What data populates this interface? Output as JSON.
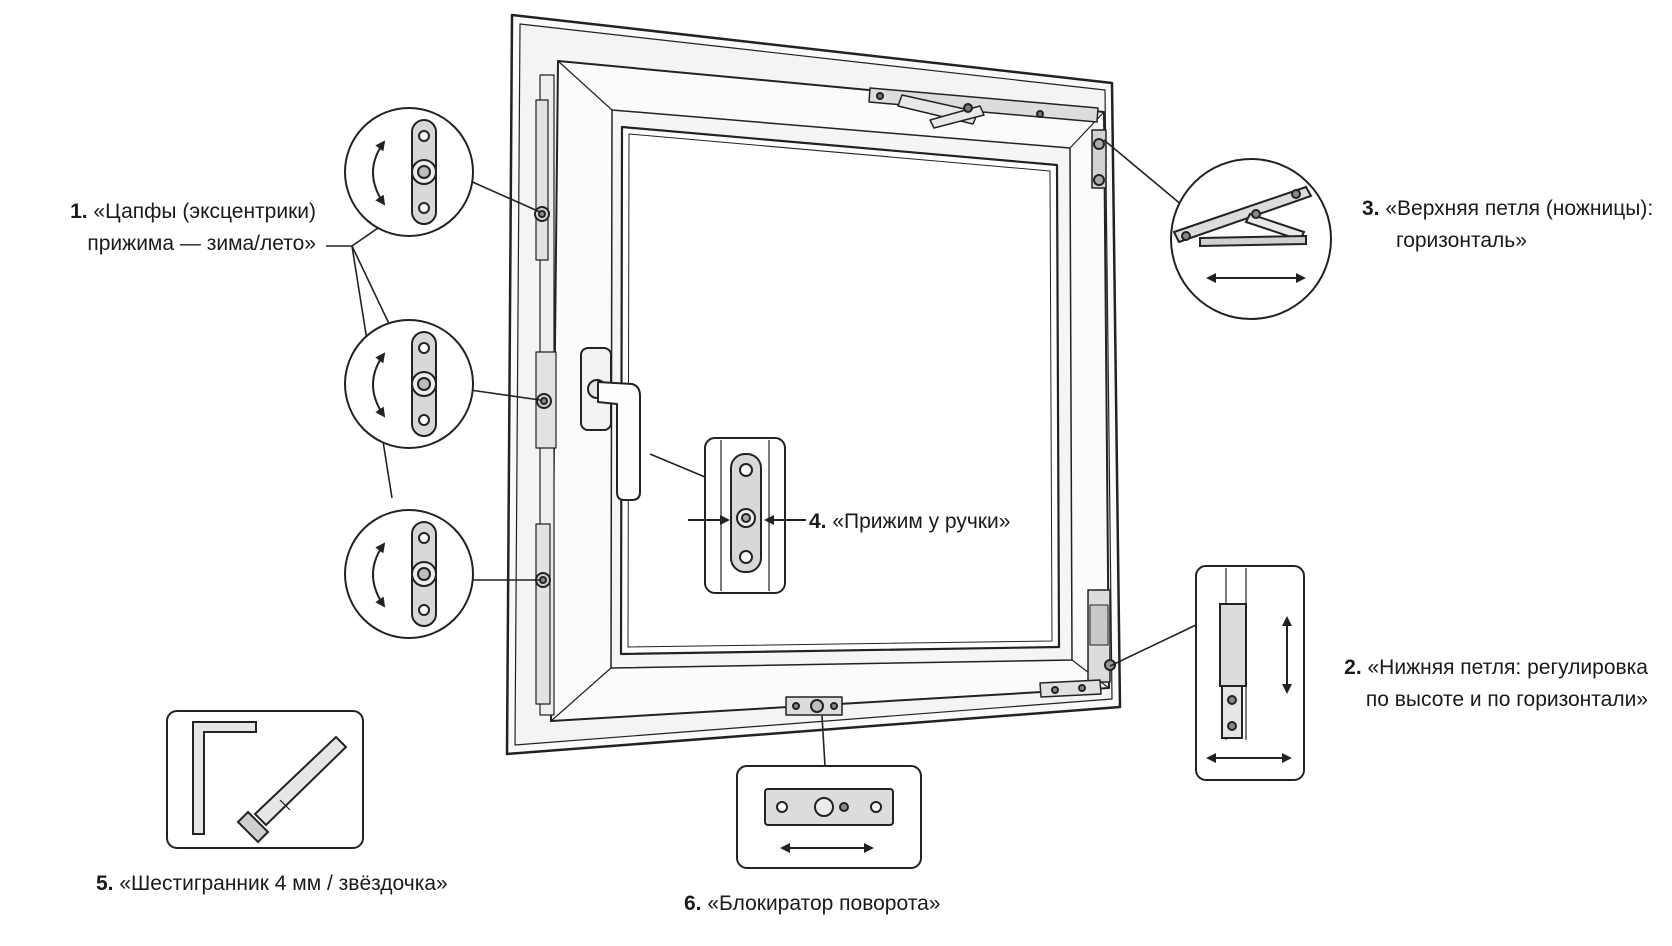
{
  "callouts": [
    {
      "id": "trunnions",
      "number": "1.",
      "line1": "«Цапфы (эксцентрики)",
      "line2": "прижима — зима/лето»"
    },
    {
      "id": "bottom_hinge",
      "number": "2.",
      "line1": "«Нижняя петля: регулировка",
      "line2": "по высоте и по горизонтали»"
    },
    {
      "id": "top_hinge",
      "number": "3.",
      "line1": "«Верхняя петля (ножницы):",
      "line2": "горизонталь»"
    },
    {
      "id": "handle_keeper",
      "number": "4.",
      "line1": "«Прижим у ручки»"
    },
    {
      "id": "tools",
      "number": "5.",
      "line1": "«Шестигранник 4 мм / звёздочка»"
    },
    {
      "id": "turn_blocker",
      "number": "6.",
      "line1": "«Блокиратор поворота»"
    }
  ],
  "colors": {
    "stroke": "#222222",
    "frame_fill": "#fafafa",
    "glass_fill": "#ffffff",
    "metal": "#d6d6d6",
    "metal_dark": "#9a9a9a"
  },
  "icons": [
    "allen-key-icon",
    "torx-bit-icon",
    "double-arrow-icon",
    "curved-arrow-icon"
  ]
}
